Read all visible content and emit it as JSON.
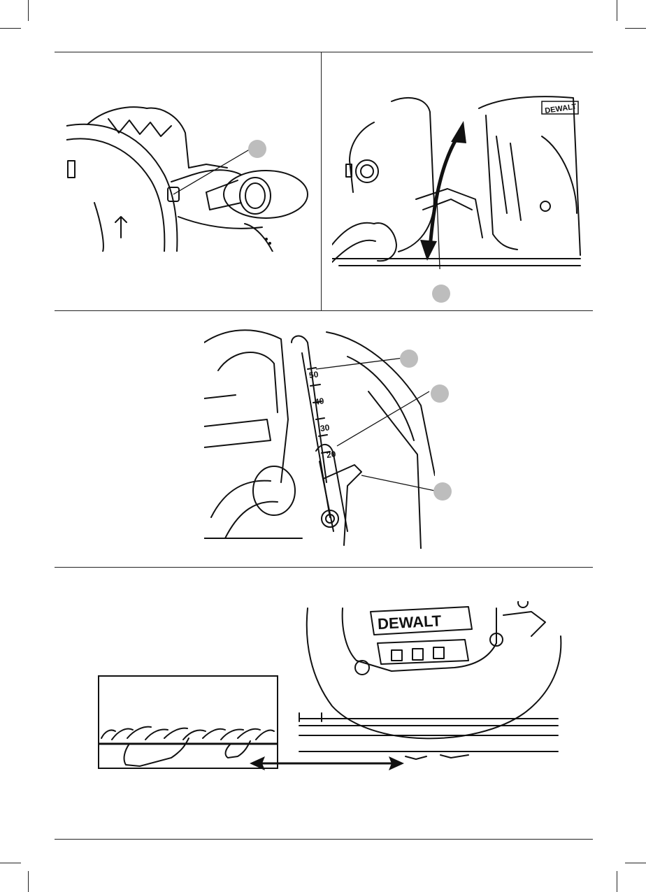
{
  "figure_c": {
    "scale_labels": [
      "50",
      "40",
      "30",
      "20"
    ]
  },
  "figure_d": {
    "brand_text": "DEWALT"
  },
  "icons": {
    "callout": "gray-callout-marker",
    "arrow_double": "double-headed-arrow",
    "curved_arrow": "curved-double-arrow",
    "direction_arrow": "rotation-direction-arrow"
  },
  "colors": {
    "line": "#222222",
    "callout_fill": "#bdbdbd",
    "background": "#ffffff"
  }
}
